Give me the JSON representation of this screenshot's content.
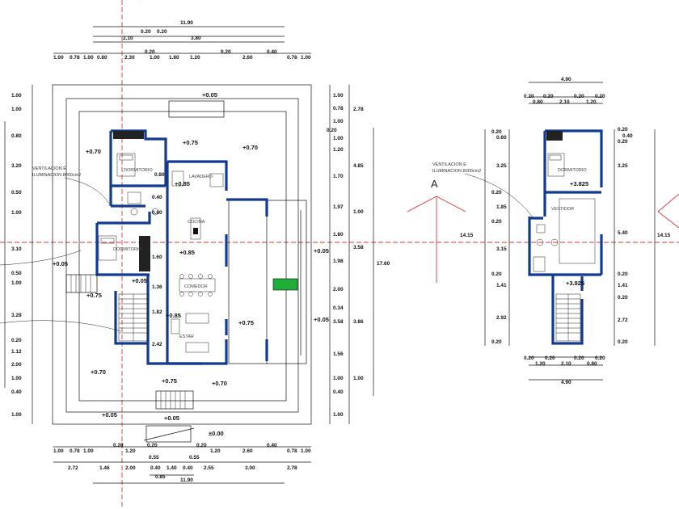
{
  "plan_left": {
    "top_total": "11.90",
    "top_sub1": [
      "0.20",
      "0.20"
    ],
    "top_sub2": [
      "2.10",
      "3.80"
    ],
    "top_row1": [
      "1.00",
      "0.78",
      "1.00",
      "0.80",
      "2.30",
      "0.20",
      "1.00",
      "1.80",
      "1.20",
      "0.20",
      "2.60",
      "0.40",
      "0.78",
      "1.00"
    ],
    "bottom_row1": [
      "1.00",
      "0.78",
      "1.00",
      "0.20",
      "1.20",
      "0.20",
      "0.20",
      "1.20",
      "2.60",
      "0.40",
      "0.78",
      "1.00"
    ],
    "bottom_row2": [
      "2.72",
      "1.46",
      "2.00",
      "0.55",
      "0.55",
      "0.40",
      "1.40",
      "0.40",
      "2.55",
      "3.00",
      "2.78"
    ],
    "bottom_sub": [
      "0.85"
    ],
    "bottom_total": "11.90",
    "left_dims": [
      "1.00",
      "1.00",
      "0.80",
      "3.20",
      "0.50",
      "1.00",
      "3.10",
      "0.50",
      "1.00",
      "3.28",
      "0.20",
      "1.12",
      "2.00",
      "1.00",
      "0.40",
      "1.00"
    ],
    "right_dims": [
      "1.00",
      "0.78",
      "1.00",
      "0.20",
      "1.00",
      "1.20",
      "1.70",
      "1.97",
      "1.80",
      "1.98",
      "2.00",
      "0.34",
      "3.58",
      "1.56",
      "1.00",
      "0.40",
      "1.00"
    ],
    "right_dims2": [
      "2.78",
      "4.85",
      "1.00",
      "3.58",
      "3.86",
      "1.00"
    ],
    "right_total": "17.60",
    "levels": [
      "+0.05",
      "+0.75",
      "+0.70",
      "+0.70",
      "+0.05",
      "+0.85",
      "+0.85",
      "+0.75",
      "+0.75",
      "+0.85",
      "+0.70",
      "+0.75",
      "+0.70",
      "+0.05",
      "+0.05",
      "+0.05",
      "+0.05",
      "±0.00"
    ],
    "rooms": {
      "dormitorio1": "DORMITORIO",
      "dormitorio2": "DORMITORIO",
      "lavadero": "LAVADERO",
      "cocina": "COCINA",
      "comedor": "COMEDOR",
      "estar": "ESTAR"
    },
    "inner_dims": [
      "0.80",
      "0.40",
      "0.80",
      "1.60",
      "1.36",
      "1.82",
      "2.42"
    ],
    "note": [
      "VENTILACION E",
      "ILUMINACION 8000cm2"
    ]
  },
  "plan_right": {
    "top_total": "4.90",
    "top_row": [
      "0.20",
      "0.20",
      "0.20",
      "0.20"
    ],
    "top_row2": [
      "0.80",
      "2.10",
      "1.20"
    ],
    "left_dims": [
      "0.20",
      "0.60",
      "3.25",
      "0.20",
      "1.85",
      "0.20",
      "3.15",
      "0.20",
      "1.41",
      "2.92",
      "0.20"
    ],
    "right_dims": [
      "0.20",
      "0.40",
      "0.20",
      "3.25",
      "5.40",
      "0.20",
      "1.41",
      "0.20",
      "2.72",
      "0.20"
    ],
    "left_total": "14.15",
    "right_total": "14.15",
    "bottom_row1": [
      "0.20",
      "0.20",
      "0.20",
      "0.20"
    ],
    "bottom_row2": [
      "1.20",
      "2.10",
      "0.80"
    ],
    "bottom_total": "4.90",
    "levels": [
      "+3.825",
      "+3.825"
    ],
    "rooms": {
      "dormitorio": "DORMITORIO",
      "vestidor": "VESTIDOR"
    },
    "note": [
      "VENTILACION E",
      "ILUMINACION 8000cm2"
    ]
  },
  "section_marker": "A",
  "colors": {
    "wall_fill": "#123a8f",
    "section_line": "#d23b3b",
    "stair_fill": "#1fae3a",
    "line": "#111111"
  }
}
